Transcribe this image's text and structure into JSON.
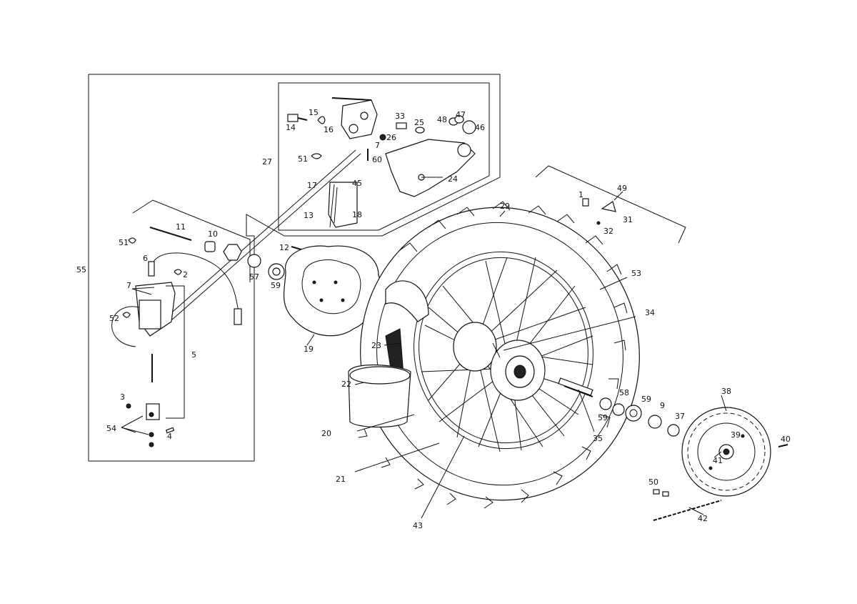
{
  "callouts": {
    "c1": "1",
    "c2": "2",
    "c3": "3",
    "c4": "4",
    "c5": "5",
    "c6": "6",
    "c7a": "7",
    "c7b": "7",
    "c9": "9",
    "c10": "10",
    "c11": "11",
    "c12": "12",
    "c13": "13",
    "c14": "14",
    "c15": "15",
    "c16": "16",
    "c17": "17",
    "c18": "18",
    "c19": "19",
    "c20": "20",
    "c21": "21",
    "c22": "22",
    "c23": "23",
    "c24": "24",
    "c25": "25",
    "c26": "26",
    "c27": "27",
    "c29": "29",
    "c31": "31",
    "c32": "32",
    "c33": "33",
    "c34": "34",
    "c35": "35",
    "c37": "37",
    "c38": "38",
    "c39": "39",
    "c40": "40",
    "c41": "41",
    "c42": "42",
    "c43": "43",
    "c45": "45",
    "c46": "46",
    "c47": "47",
    "c48": "48",
    "c49": "49",
    "c50": "50",
    "c51a": "51",
    "c51b": "51",
    "c52": "52",
    "c53": "53",
    "c54": "54",
    "c55": "55",
    "c57": "57",
    "c58": "58",
    "c59a": "59",
    "c59b": "59",
    "c59c": "59",
    "c60": "60"
  }
}
